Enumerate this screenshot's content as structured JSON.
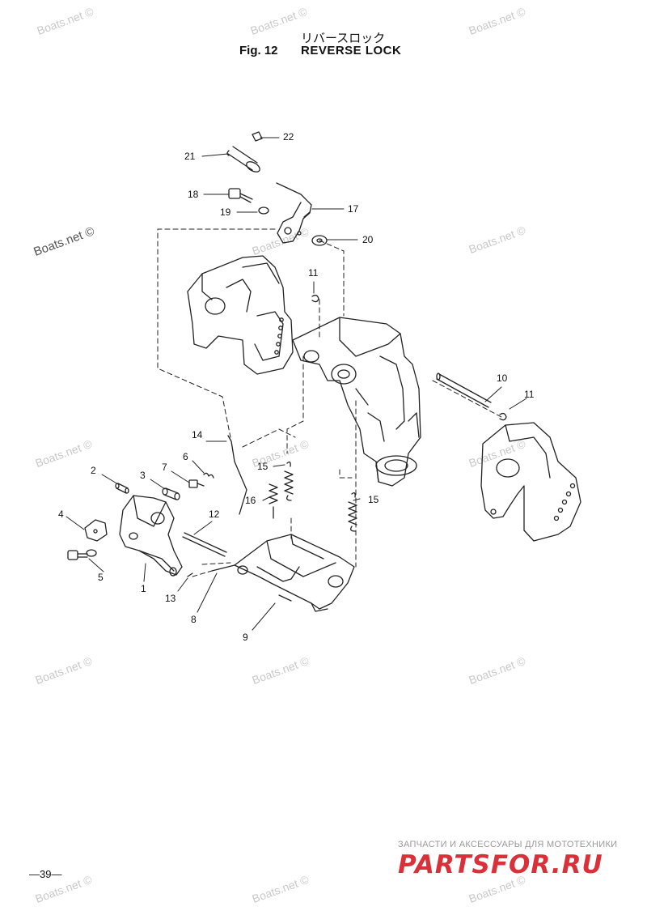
{
  "header": {
    "title_jp": "リバースロック",
    "fig_number": "Fig. 12",
    "fig_title": "REVERSE LOCK"
  },
  "watermark": {
    "text": "Boats.net ©"
  },
  "parts": {
    "p1": "1",
    "p2": "2",
    "p3": "3",
    "p4": "4",
    "p5": "5",
    "p6": "6",
    "p7": "7",
    "p8": "8",
    "p9": "9",
    "p10": "10",
    "p11a": "11",
    "p11b": "11",
    "p12": "12",
    "p13": "13",
    "p14": "14",
    "p15a": "15",
    "p15b": "15",
    "p16": "16",
    "p17": "17",
    "p18": "18",
    "p19": "19",
    "p20": "20",
    "p21": "21",
    "p22": "22"
  },
  "footer": {
    "page_number": "—39—",
    "brand_subtitle": "ЗАПЧАСТИ И АКСЕССУАРЫ ДЛЯ МОТОТЕХНИКИ",
    "brand_name": "PARTSFOR.RU"
  },
  "colors": {
    "line": "#222222",
    "watermark": "#c9c9c9",
    "brand": "#d9303a"
  }
}
